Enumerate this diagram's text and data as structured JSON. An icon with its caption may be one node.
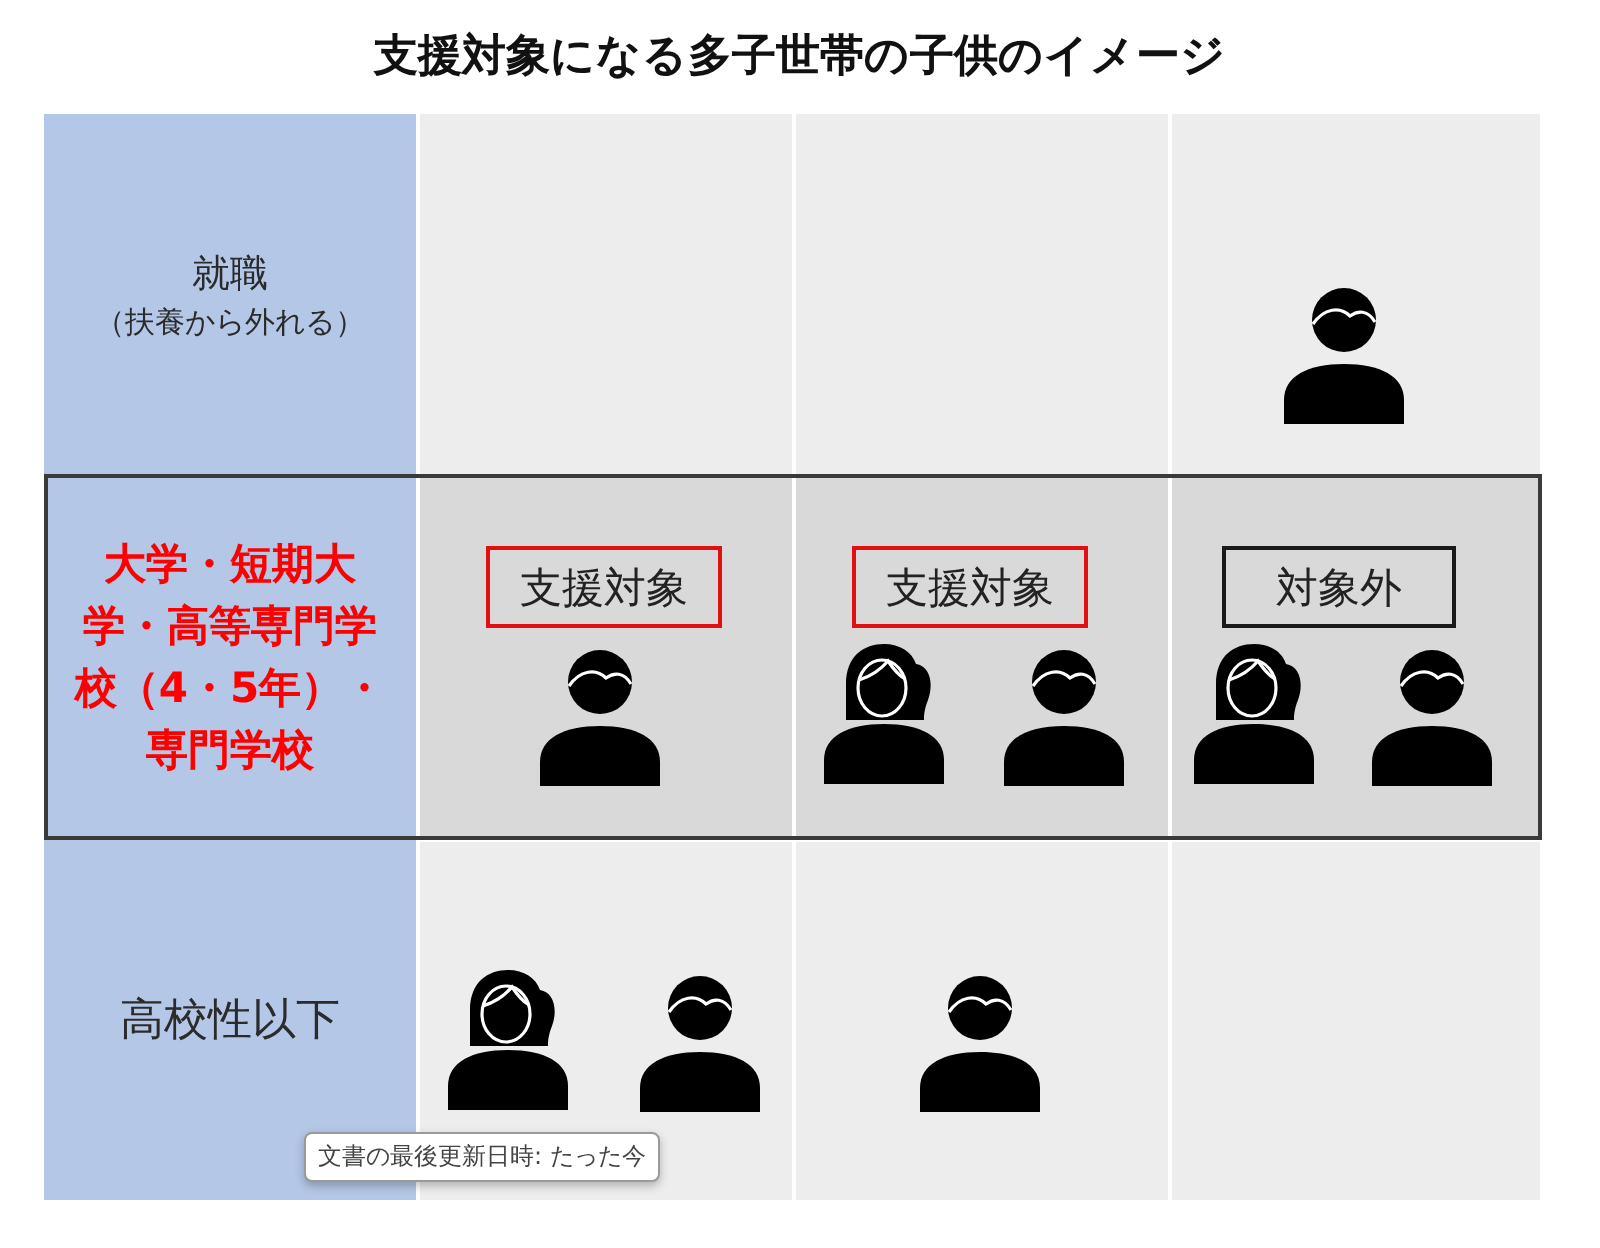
{
  "diagram": {
    "title": "支援対象になる多子世帯の子供のイメージ",
    "nodes": [
      {
        "text": [
          "就職",
          "（扶養から外れる）"
        ]
      },
      {
        "text": [
          "大学・短期大学・高等専門学校（4・5年）・専門学校"
        ]
      },
      {
        "text": [
          "支援対象"
        ]
      },
      {
        "text": [
          "支援対象"
        ]
      },
      {
        "text": [
          "対象外"
        ]
      },
      {
        "text": [
          "高校性以下"
        ]
      }
    ],
    "labels": [
      "文書の最後更新日時: たった今"
    ]
  }
}
